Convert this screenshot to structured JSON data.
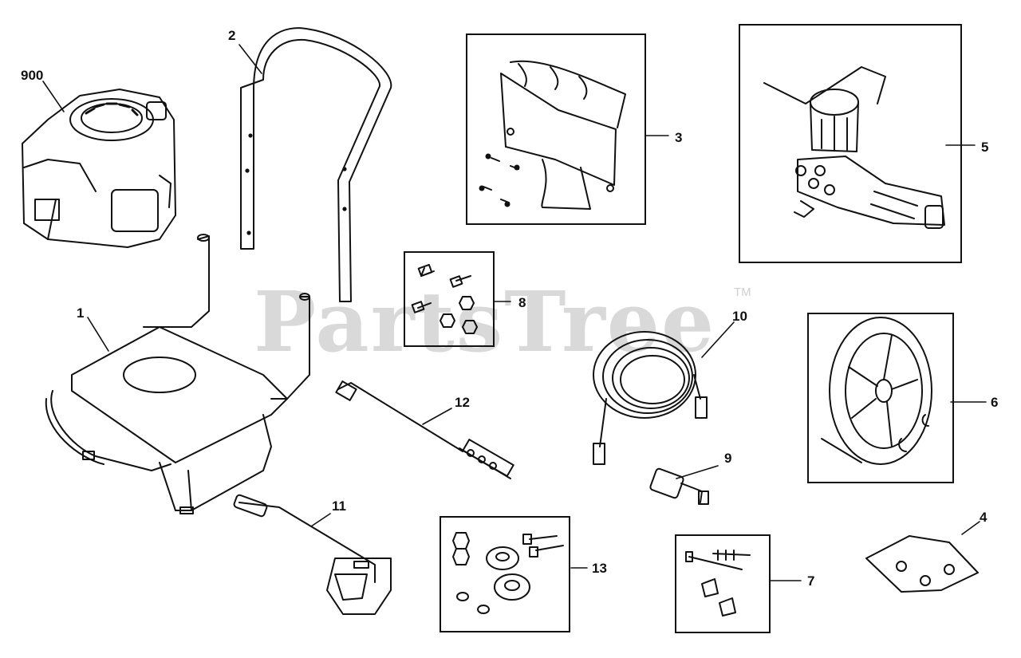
{
  "diagram": {
    "watermark": "PartsTree",
    "watermark_tm": "TM",
    "callouts": {
      "c900": "900",
      "c1": "1",
      "c2": "2",
      "c3": "3",
      "c4": "4",
      "c5": "5",
      "c6": "6",
      "c7": "7",
      "c8": "8",
      "c9": "9",
      "c10": "10",
      "c11": "11",
      "c12": "12",
      "c13": "13"
    },
    "colors": {
      "ink": "#111111",
      "watermark": "#d9d9d9"
    }
  }
}
